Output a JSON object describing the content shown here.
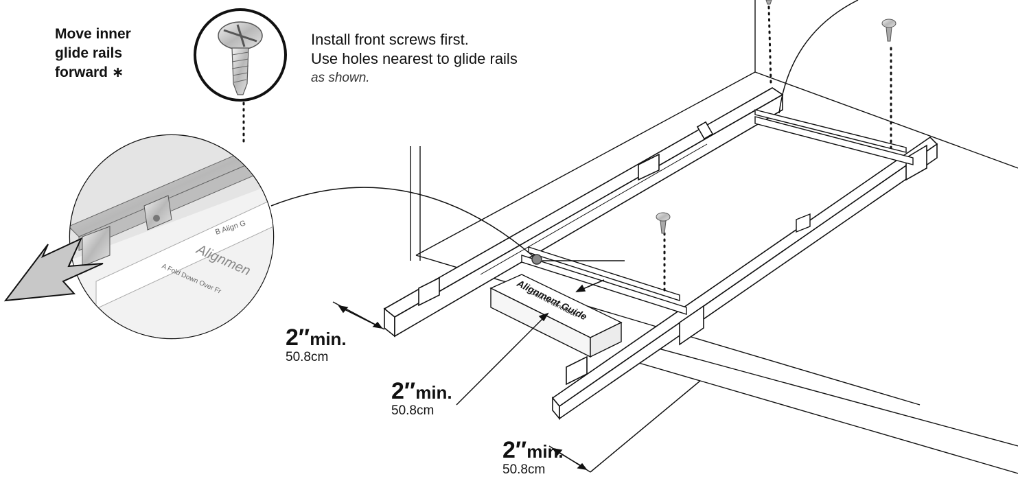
{
  "callout_left": {
    "line1": "Move inner",
    "line2": "glide rails",
    "line3": "forward",
    "symbol": "∗"
  },
  "callout_top": {
    "line1": "Install front screws first.",
    "line2": "Use holes nearest to glide rails",
    "line3": "as shown."
  },
  "guide_label": {
    "title": "Alignment Guide",
    "subtitle": "Guía de alineación"
  },
  "zoom_detail": {
    "label_b": "B  Align G",
    "label_a": "A  Fold Down Over Fr",
    "guide_text": "Alignmen"
  },
  "dimensions": [
    {
      "value": "2″",
      "unit": "min.",
      "metric": "50.8cm"
    },
    {
      "value": "2″",
      "unit": "min.",
      "metric": "50.8cm"
    },
    {
      "value": "2″",
      "unit": "min.",
      "metric": "50.8cm"
    }
  ],
  "colors": {
    "line": "#111111",
    "rail_fill": "#ffffff",
    "arrow_fill": "#c8c8c8",
    "zoom_bg": "#e6e6e6",
    "screw": "#9a9a9a"
  }
}
